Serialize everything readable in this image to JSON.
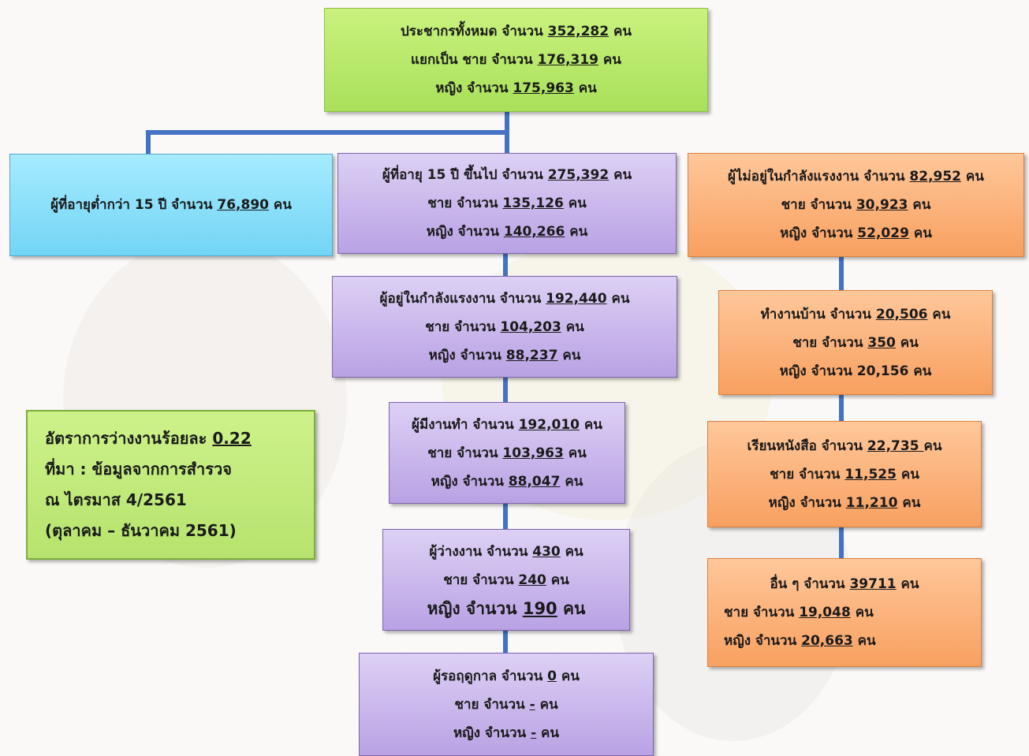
{
  "colors": {
    "connector": "#4472c4",
    "total_box": "#b7e86d",
    "rate_box": "#c4ee7e",
    "under15_box": "#8fe0fb",
    "labor_chain_box": "#cbb8ee",
    "non_labor_box": "#fbb37d"
  },
  "total": {
    "line1": {
      "pre": "ประชากรทั้งหมด จำนวน ",
      "num": "352,282",
      "post": " คน"
    },
    "line2": {
      "pre": "แยกเป็น ชาย จำนวน ",
      "num": "176,319",
      "post": " คน"
    },
    "line3": {
      "pre": "หญิง จำนวน ",
      "num": "175,963",
      "post": " คน"
    }
  },
  "under15": {
    "line1": {
      "pre": "ผู้ที่อายุต่ำกว่า 15 ปี จำนวน ",
      "num": "76,890",
      "post": " คน"
    }
  },
  "age15": {
    "line1": {
      "pre": "ผู้ที่อายุ 15 ปี ขึ้นไป จำนวน ",
      "num": "275,392",
      "post": " คน"
    },
    "line2": {
      "pre": "ชาย จำนวน ",
      "num": "135,126",
      "post": " คน"
    },
    "line3": {
      "pre": "หญิง จำนวน ",
      "num": "140,266",
      "post": " คน"
    }
  },
  "labor_force": {
    "line1": {
      "pre": "ผู้อยู่ในกำลังแรงงาน จำนวน ",
      "num": "192,440",
      "post": " คน"
    },
    "line2": {
      "pre": "ชาย จำนวน ",
      "num": "104,203",
      "post": " คน"
    },
    "line3": {
      "pre": "หญิง จำนวน ",
      "num": "88,237",
      "post": " คน"
    }
  },
  "employed": {
    "line1": {
      "pre": "ผู้มีงานทำ จำนวน ",
      "num": "192,010",
      "post": " คน"
    },
    "line2": {
      "pre": "ชาย จำนวน ",
      "num": "103,963",
      "post": " คน"
    },
    "line3": {
      "pre": "หญิง จำนวน ",
      "num": "88,047",
      "post": " คน"
    }
  },
  "unemployed": {
    "line1": {
      "pre": "ผู้ว่างงาน จำนวน ",
      "num": "430",
      "post": "  คน"
    },
    "line2": {
      "pre": "ชาย จำนวน ",
      "num": "240",
      "post": " คน"
    },
    "line3": {
      "pre": "หญิง จำนวน ",
      "num": "190",
      "post": " คน"
    }
  },
  "seasonal": {
    "line1": {
      "pre": "ผู้รอฤดูกาล จำนวน ",
      "num": "0",
      "post": "  คน"
    },
    "line2": {
      "pre": "ชาย จำนวน ",
      "num": "-",
      "post": " คน"
    },
    "line3": {
      "pre": "หญิง จำนวน ",
      "num": "-",
      "post": " คน"
    }
  },
  "not_labor": {
    "line1": {
      "pre": "ผู้ไม่อยู่ในกำลังแรงงาน จำนวน ",
      "num": "82,952",
      "post": " คน"
    },
    "line2": {
      "pre": "ชาย จำนวน ",
      "num": "30,923",
      "post": " คน"
    },
    "line3": {
      "pre": "หญิง จำนวน ",
      "num": "52,029",
      "post": " คน"
    }
  },
  "housework": {
    "line1": {
      "pre": "ทำงานบ้าน จำนวน ",
      "num": "20,506",
      "post": " คน"
    },
    "line2": {
      "pre": "ชาย จำนวน ",
      "num": "350",
      "post": " คน"
    },
    "line3": {
      "pre": "หญิง จำนวน 20,156 คน"
    }
  },
  "studying": {
    "line1": {
      "pre": "เรียนหนังสือ จำนวน ",
      "num": "22,735 ",
      "post": "คน"
    },
    "line2": {
      "pre": "ชาย จำนวน ",
      "num": "11,525",
      "post": " คน"
    },
    "line3": {
      "pre": "หญิง จำนวน ",
      "num": "11,210",
      "post": " คน"
    }
  },
  "other": {
    "line1": {
      "pre": "อื่น ๆ จำนวน  ",
      "num": "39711",
      "post": " คน"
    },
    "line2": {
      "pre": "ชาย จำนวน ",
      "num": "19,048",
      "post": " คน"
    },
    "line3": {
      "pre": "หญิง จำนวน ",
      "num": "20,663",
      "post": " คน"
    }
  },
  "rate": {
    "line1": {
      "pre": "อัตราการว่างงานร้อยละ  ",
      "num": "0.22"
    },
    "line2": "ที่มา  :  ข้อมูลจากการสำรวจ",
    "line3": "ณ ไตรมาส 4/2561",
    "line4": "(ตุลาคม – ธันวาคม 2561)"
  }
}
